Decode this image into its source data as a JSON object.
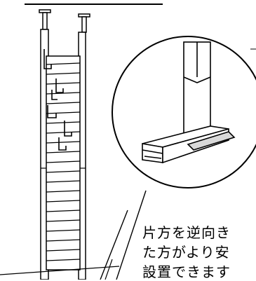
{
  "caption": {
    "line1": "片方を逆向き",
    "line2": "た方がより安",
    "line3": "設置できます"
  },
  "colors": {
    "line": "#000000",
    "background": "#ffffff",
    "shadow_fill": "#d9d9d9"
  },
  "icons": {
    "main": "tension-pole-rack-illustration",
    "detail": "foot-base-detail-zoom"
  }
}
